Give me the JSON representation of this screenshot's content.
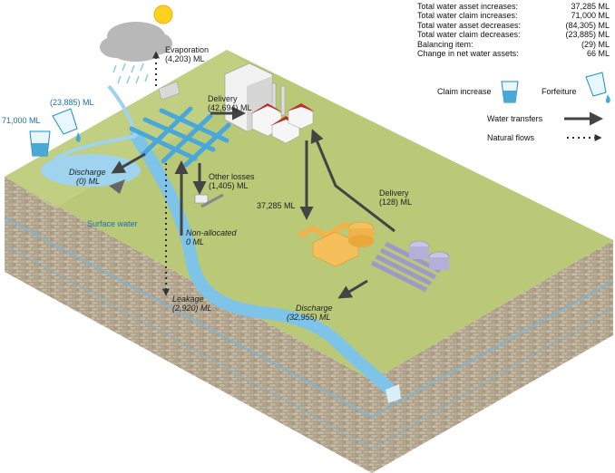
{
  "summary": [
    {
      "label": "Total water asset increases:",
      "value": "37,285 ML"
    },
    {
      "label": "Total water claim increases:",
      "value": "71,000 ML"
    },
    {
      "label": "Total water asset decreases:",
      "value": "(84,305) ML"
    },
    {
      "label": "Total water claim decreases:",
      "value": "(23,885) ML"
    },
    {
      "label": "Balancing item:",
      "value": "(29) ML"
    },
    {
      "label": "Change in net water assets:",
      "value": "66 ML"
    }
  ],
  "legend": {
    "claim_increase": "Claim increase",
    "forfeiture": "Forfeiture",
    "water_transfers": "Water transfers",
    "natural_flows": "Natural flows"
  },
  "labels": {
    "evaporation": "Evaporation",
    "evaporation_value": "(4,203) ML",
    "forfeiture_value": "(23,885) ML",
    "claim_value": "71,000 ML",
    "delivery_top": "Delivery",
    "delivery_top_value": "(42,694) ML",
    "discharge_left": "Discharge",
    "discharge_left_value": "(0) ML",
    "other_losses": "Other losses",
    "other_losses_value": "(1,405) ML",
    "surface_water": "Surface water",
    "non_allocated": "Non-allocated",
    "non_allocated_value": "0 ML",
    "leakage": "Leakage",
    "leakage_value": "(2,920) ML",
    "asset_increase_value": "37,285 ML",
    "delivery_right": "Delivery",
    "delivery_right_value": "(128) ML",
    "discharge_right": "Discharge",
    "discharge_right_value": "(32,955) ML"
  },
  "colors": {
    "grass": "#b9c978",
    "water": "#7ec4e8",
    "pipe": "#4aa8d8",
    "soil": "#b7aa94",
    "stone": "#8d8272",
    "arrow": "#444444"
  }
}
